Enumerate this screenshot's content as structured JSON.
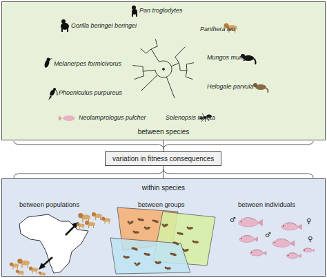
{
  "diagram": {
    "nodes": [
      {
        "text": [
          "between species"
        ]
      },
      {
        "text": [
          "variation in fitness consequences"
        ]
      },
      {
        "text": [
          "within species"
        ]
      }
    ],
    "edges": [
      {
        "from": 0,
        "to": 1,
        "arrow": "none"
      },
      {
        "from": 1,
        "to": 2,
        "arrow": "none"
      }
    ],
    "labels": [
      "Pan troglodytes",
      "Gorilla beringei beringei",
      "Panthera leo",
      "Mungos mungo",
      "Melanerpes formicivorus",
      "Helogale parvula",
      "Phoeniculus purpureus",
      "Neolamprologus pulcher",
      "Solenopsis invicta",
      "between populations",
      "between groups",
      "between individuals",
      "♂",
      "♀",
      "♂",
      "♀"
    ]
  }
}
